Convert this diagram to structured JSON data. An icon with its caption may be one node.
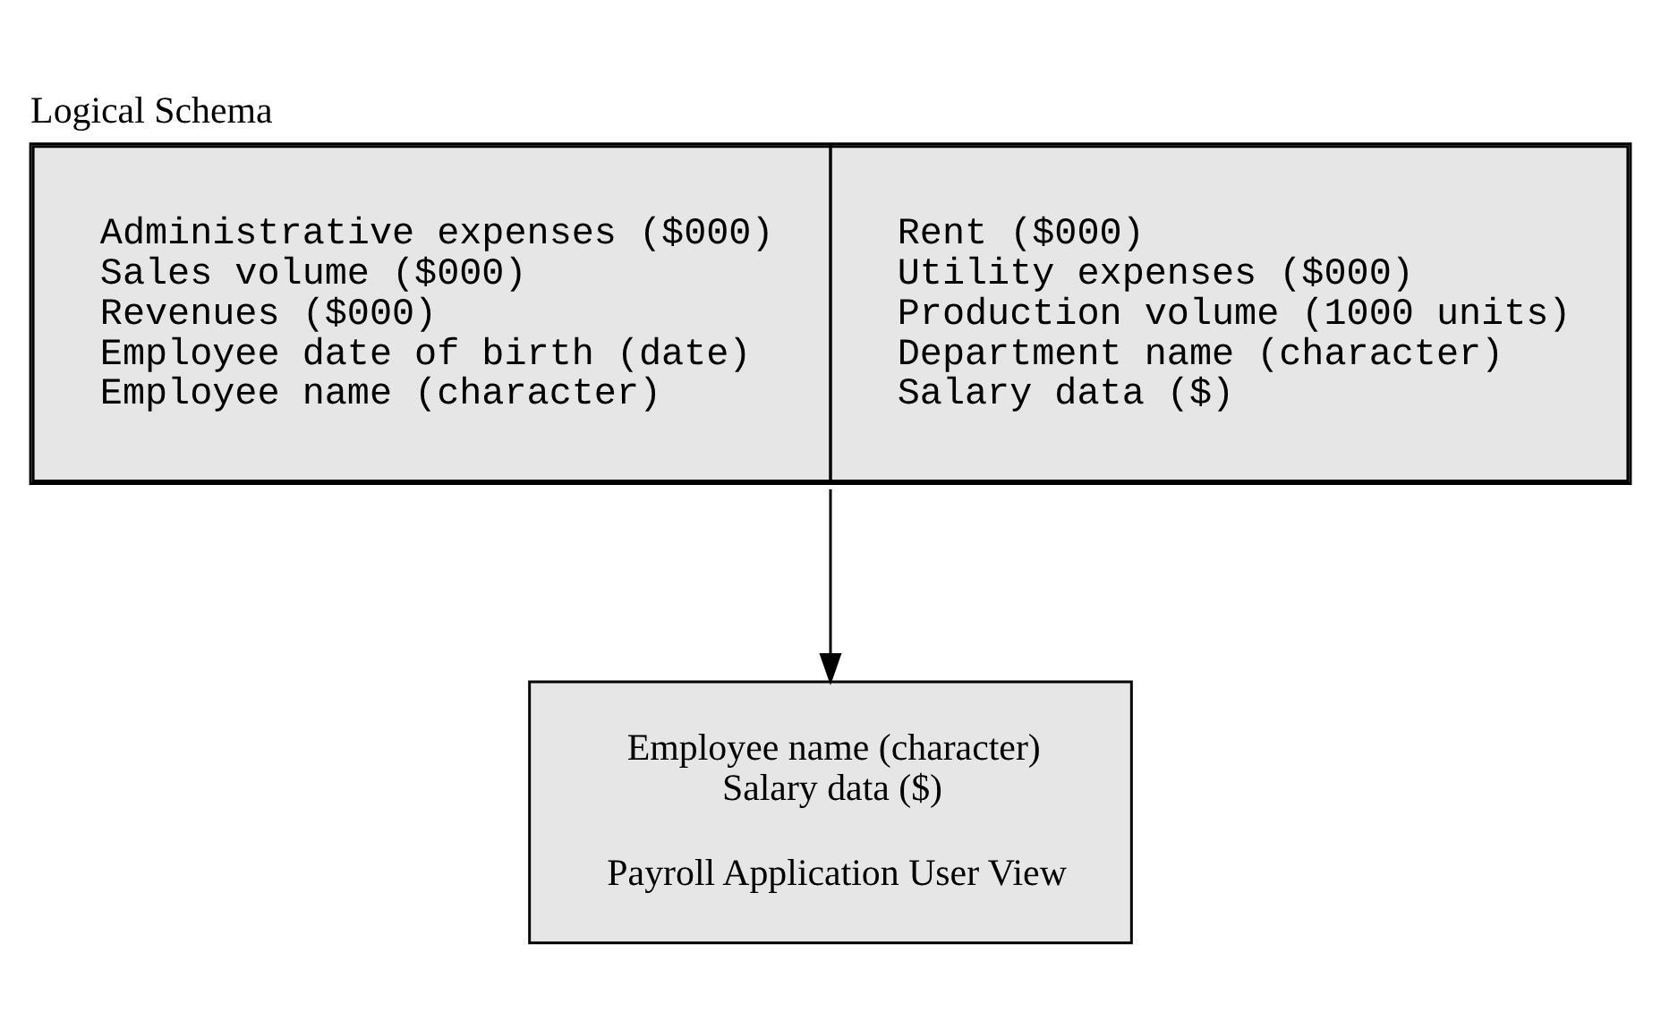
{
  "diagram": {
    "nodes": [
      {
        "text": [
          "Logical Schema",
          "Administrative expenses ($000)",
          "Sales volume ($000)",
          "Revenues ($000)",
          "Employee date of birth (date)",
          "Employee name (character)",
          "Rent ($000)",
          "Utility expenses ($000)",
          "Production volume (1000 units)",
          "Department name (character)",
          "Salary data ($)"
        ]
      },
      {
        "text": [
          "Employee name (character)",
          "Salary data ($)",
          "Payroll Application User View"
        ]
      }
    ],
    "edges": [
      {
        "from": 0,
        "to": 1,
        "arrow": "to"
      }
    ]
  }
}
